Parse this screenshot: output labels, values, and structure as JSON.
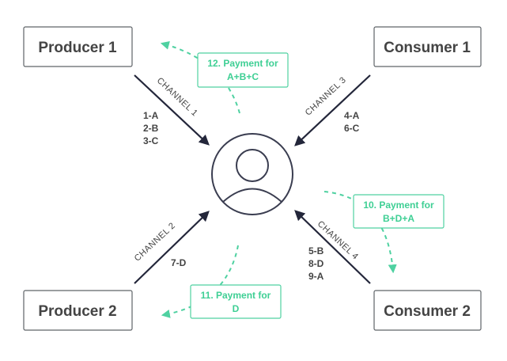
{
  "nodes": {
    "producer1": "Producer 1",
    "producer2": "Producer 2",
    "consumer1": "Consumer 1",
    "consumer2": "Consumer 2"
  },
  "channels": {
    "channel1": {
      "label": "CHANNEL 1",
      "packets": [
        "1-A",
        "2-B",
        "3-C"
      ]
    },
    "channel2": {
      "label": "CHANNEL 2",
      "packets": [
        "7-D"
      ]
    },
    "channel3": {
      "label": "CHANNEL 3",
      "packets": [
        "4-A",
        "6-C"
      ]
    },
    "channel4": {
      "label": "CHANNEL 4",
      "packets": [
        "5-B",
        "8-D",
        "9-A"
      ]
    }
  },
  "payments": {
    "p12": {
      "line1": "12. Payment for",
      "line2": "A+B+C"
    },
    "p11": {
      "line1": "11. Payment for",
      "line2": "D"
    },
    "p10": {
      "line1": "10. Payment for",
      "line2": "B+D+A"
    }
  },
  "colors": {
    "node_border": "#5f6368",
    "arrow": "#23263a",
    "payment_green": "#3ecf94",
    "text": "#444444"
  },
  "icons": {
    "hub": "user-avatar-icon"
  }
}
